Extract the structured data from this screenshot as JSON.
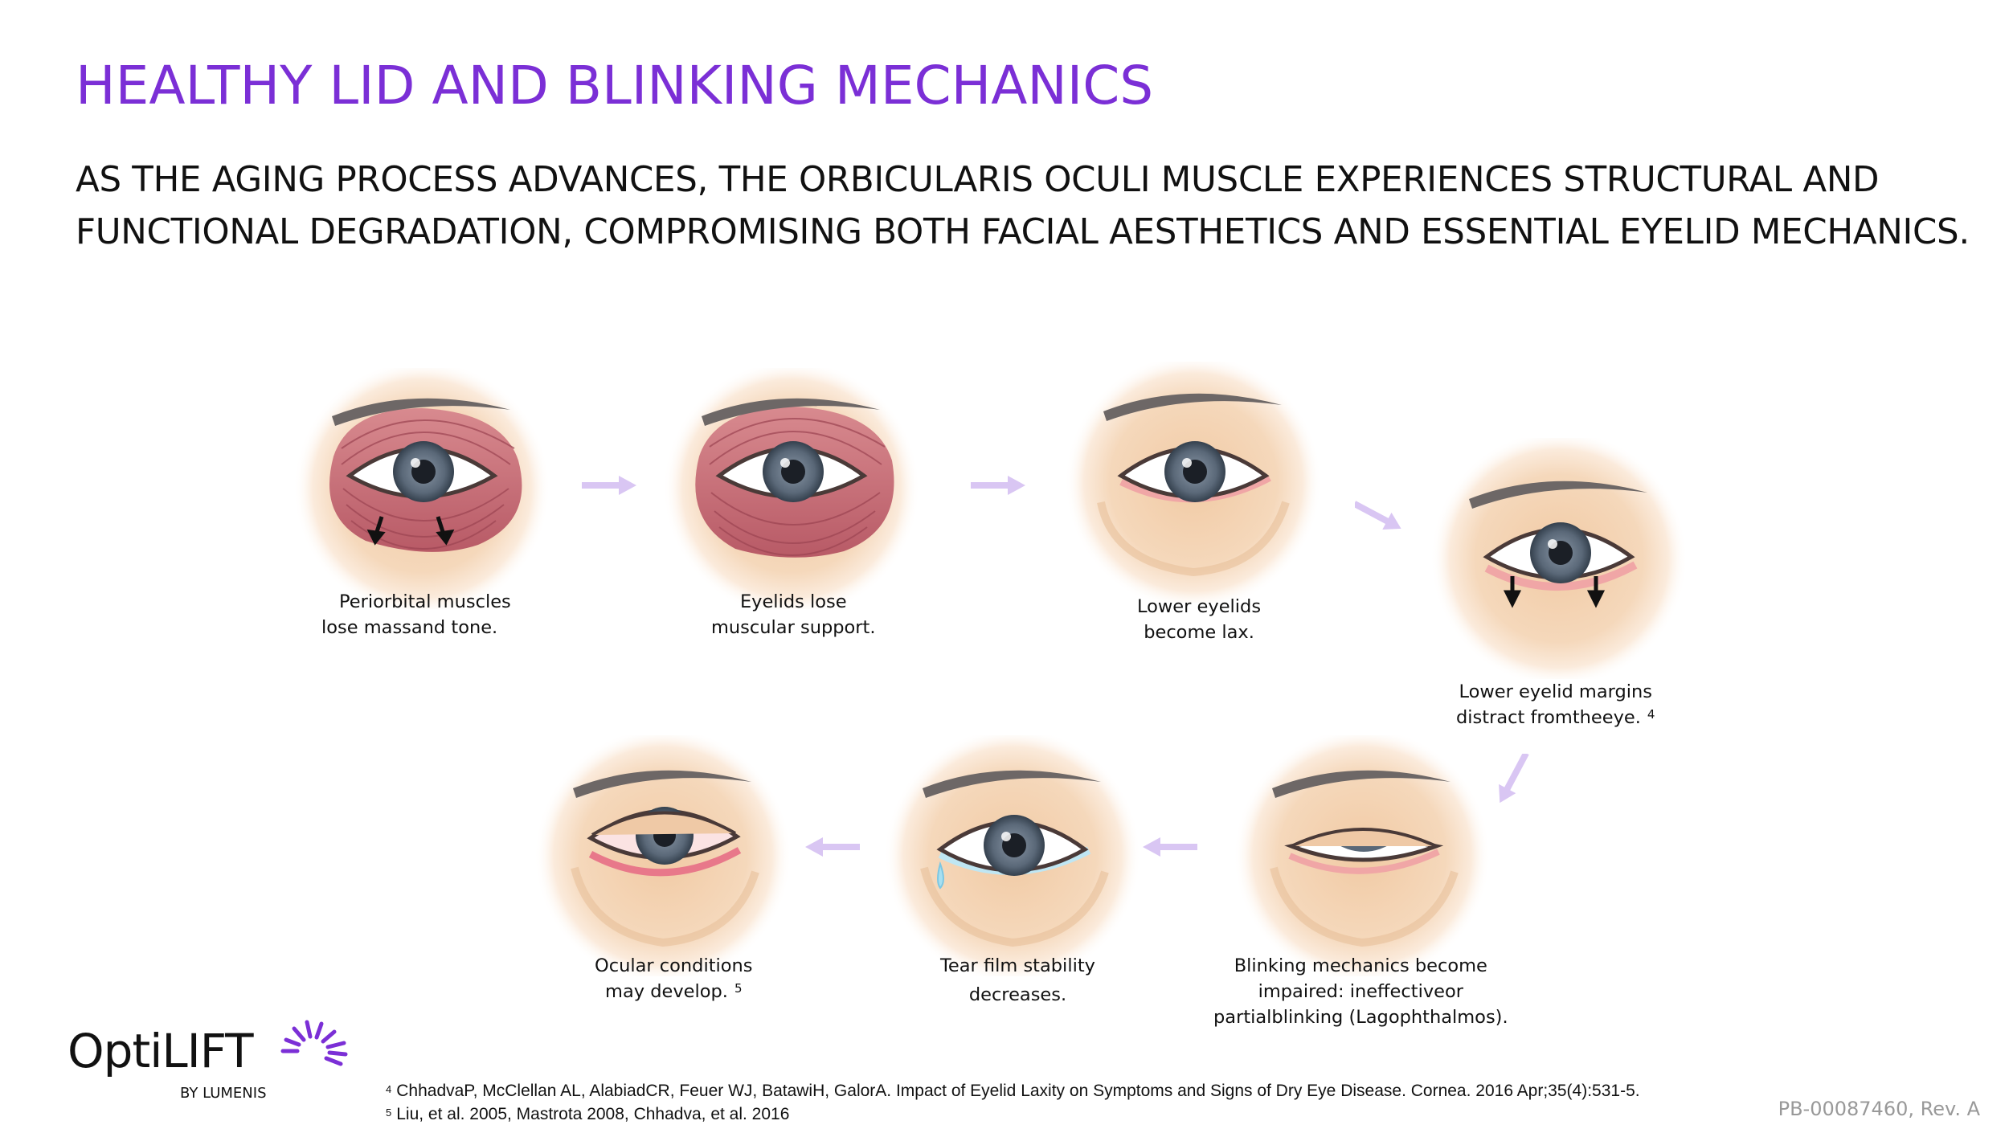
{
  "title": "HEALTHY LID AND BLINKING MECHANICS",
  "subtitle": {
    "line1": "AS THE AGING PROCESS ADVANCES, THE ORBICULARIS OCULI MUSCLE EXPERIENCES STRUCTURAL AND",
    "line2": "FUNCTIONAL DEGRADATION, COMPROMISING BOTH FACIAL AESTHETICS AND ESSENTIAL EYELID MECHANICS."
  },
  "stages": [
    {
      "line1": "Periorbital muscles",
      "line2": "lose massand tone."
    },
    {
      "line1": "Eyelids lose",
      "line2": "muscular support."
    },
    {
      "line1": "Lower eyelids",
      "line2": "become lax."
    },
    {
      "line1": "Lower eyelid margins",
      "line2": "distract fromtheeye.",
      "ref": "4"
    },
    {
      "line1": "Blinking mechanics become",
      "line2": "impaired: ineffectiveor",
      "line3": "partialblinking (Lagophthalmos)."
    },
    {
      "line1": "Tear film stability",
      "line2": "decreases."
    },
    {
      "line1": "Ocular conditions",
      "line2": "may develop.",
      "ref": "5"
    }
  ],
  "colors": {
    "title": "#7b2fd6",
    "arrow": "#d9c6f3",
    "skin": "#f4d3b0",
    "muscle": "#c7707a",
    "iris": "#4d5b6b",
    "brow": "#6d6766"
  },
  "logo": {
    "brand": "OptiLIFT",
    "by": "BY LUMENIS"
  },
  "references": [
    {
      "num": "4",
      "text": "ChhadvaP, McClellan AL, AlabiadCR, Feuer WJ, BatawiH, GalorA. Impact of Eyelid Laxity on Symptoms and Signs of Dry Eye Disease. Cornea. 2016 Apr;35(4):531-5."
    },
    {
      "num": "5",
      "text": "Liu, et al. 2005, Mastrota 2008, Chhadva, et al. 2016"
    }
  ],
  "doc_code": "PB-00087460, Rev. A"
}
